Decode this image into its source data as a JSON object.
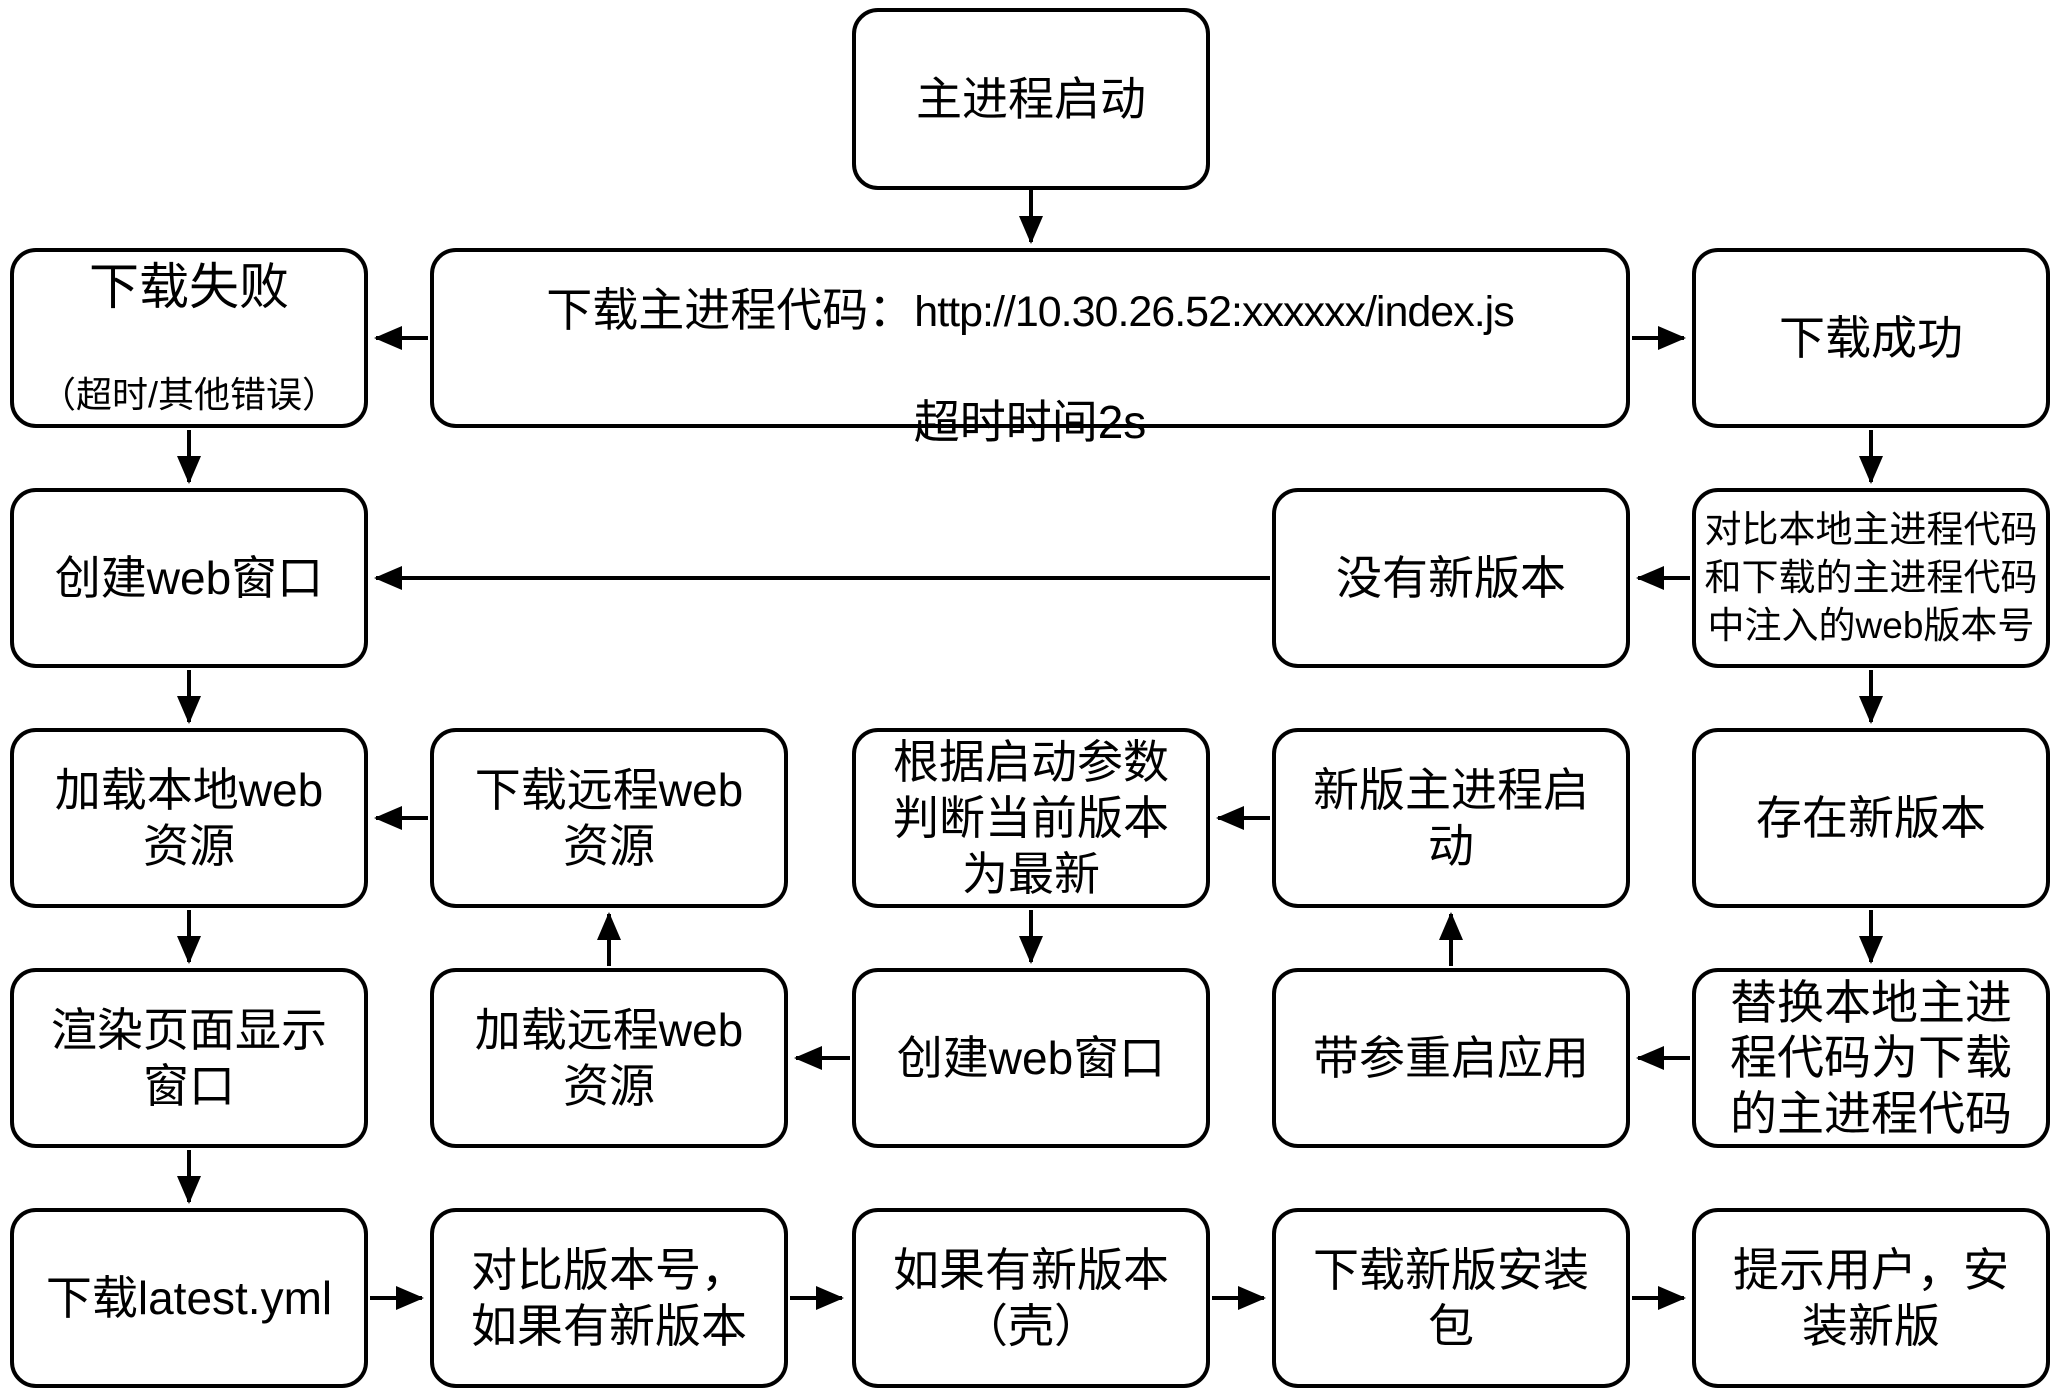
{
  "diagram": {
    "colors": {
      "stroke": "#000000",
      "background": "#ffffff"
    },
    "nodes": {
      "main_start": {
        "label": "主进程启动"
      },
      "dl_fail": {
        "label": "下载失败",
        "sublabel": "（超时/其他错误）"
      },
      "dl_code": {
        "label_prefix": "下载主进程代码：",
        "url": "http://10.30.26.52:xxxxxx/index.js",
        "timeout": "超时时间2s"
      },
      "dl_success": {
        "label": "下载成功"
      },
      "create_web_1": {
        "label": "创建web窗口"
      },
      "no_new_version": {
        "label": "没有新版本"
      },
      "compare_code": {
        "label": "对比本地主进程代码\n和下载的主进程代码\n中注入的web版本号"
      },
      "load_local": {
        "label": "加载本地web\n资源"
      },
      "dl_remote": {
        "label": "下载远程web\n资源"
      },
      "judge_latest": {
        "label": "根据启动参数\n判断当前版本\n为最新"
      },
      "new_main_start": {
        "label": "新版主进程启\n动"
      },
      "has_new_version": {
        "label": "存在新版本"
      },
      "render_page": {
        "label": "渲染页面显示\n窗口"
      },
      "load_remote": {
        "label": "加载远程web\n资源"
      },
      "create_web_2": {
        "label": "创建web窗口"
      },
      "restart_with_params": {
        "label": "带参重启应用"
      },
      "replace_code": {
        "label": "替换本地主进\n程代码为下载\n的主进程代码"
      },
      "dl_latest_yml": {
        "label": "下载latest.yml"
      },
      "compare_version": {
        "label": "对比版本号，\n如果有新版本"
      },
      "if_new_shell": {
        "label": "如果有新版本\n（壳）"
      },
      "dl_installer": {
        "label": "下载新版安装\n包"
      },
      "prompt_install": {
        "label": "提示用户，安\n装新版"
      }
    },
    "edges": [
      {
        "from": "main_start",
        "to": "dl_code"
      },
      {
        "from": "dl_code",
        "to": "dl_fail"
      },
      {
        "from": "dl_code",
        "to": "dl_success"
      },
      {
        "from": "dl_fail",
        "to": "create_web_1"
      },
      {
        "from": "dl_success",
        "to": "compare_code"
      },
      {
        "from": "compare_code",
        "to": "no_new_version"
      },
      {
        "from": "no_new_version",
        "to": "create_web_1"
      },
      {
        "from": "create_web_1",
        "to": "load_local"
      },
      {
        "from": "load_local",
        "to": "render_page"
      },
      {
        "from": "dl_remote",
        "to": "load_local"
      },
      {
        "from": "load_remote",
        "to": "dl_remote"
      },
      {
        "from": "create_web_2",
        "to": "load_remote"
      },
      {
        "from": "judge_latest",
        "to": "create_web_2"
      },
      {
        "from": "new_main_start",
        "to": "judge_latest"
      },
      {
        "from": "restart_with_params",
        "to": "new_main_start"
      },
      {
        "from": "compare_code",
        "to": "has_new_version"
      },
      {
        "from": "has_new_version",
        "to": "replace_code"
      },
      {
        "from": "replace_code",
        "to": "restart_with_params"
      },
      {
        "from": "render_page",
        "to": "dl_latest_yml"
      },
      {
        "from": "dl_latest_yml",
        "to": "compare_version"
      },
      {
        "from": "compare_version",
        "to": "if_new_shell"
      },
      {
        "from": "if_new_shell",
        "to": "dl_installer"
      },
      {
        "from": "dl_installer",
        "to": "prompt_install"
      }
    ]
  }
}
